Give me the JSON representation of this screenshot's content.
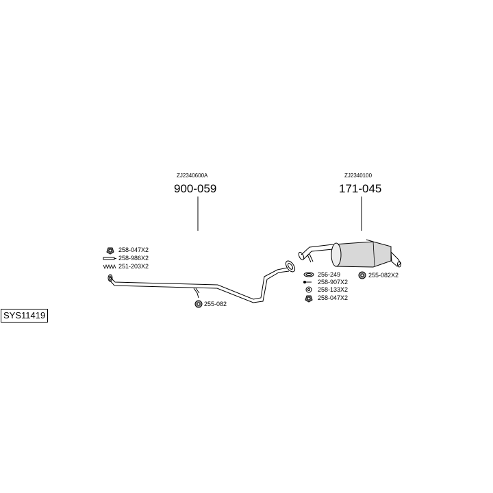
{
  "diagram_id": "SYS11419",
  "assemblies": [
    {
      "ref": "ZJ2340600A",
      "part_number": "900-059"
    },
    {
      "ref": "ZJ2340100",
      "part_number": "171-045"
    }
  ],
  "fittings_front": [
    "258-047X2",
    "258-986X2",
    "251-203X2"
  ],
  "hanger_front": "255-082",
  "fittings_rear": [
    "256-249",
    "258-907X2",
    "258-133X2",
    "258-047X2"
  ],
  "hanger_rear": "255-082X2",
  "colors": {
    "line": "#000000",
    "muffler_fill": "#d8d8d8",
    "background": "#ffffff"
  }
}
